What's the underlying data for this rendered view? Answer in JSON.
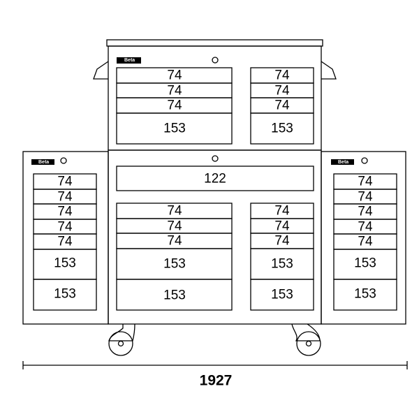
{
  "brand": "Beta",
  "top_cabinet": {
    "left_drawers": [
      "74",
      "74",
      "74",
      "153"
    ],
    "right_drawers": [
      "74",
      "74",
      "74",
      "153"
    ]
  },
  "main_cabinet": {
    "wide_drawer": "122",
    "left_drawers": [
      "74",
      "74",
      "74",
      "153",
      "153"
    ],
    "right_drawers": [
      "74",
      "74",
      "74",
      "153",
      "153"
    ]
  },
  "left_side_cabinet": {
    "drawers": [
      "74",
      "74",
      "74",
      "74",
      "74",
      "153",
      "153"
    ]
  },
  "right_side_cabinet": {
    "drawers": [
      "74",
      "74",
      "74",
      "74",
      "74",
      "153",
      "153"
    ]
  },
  "overall_width": "1927"
}
